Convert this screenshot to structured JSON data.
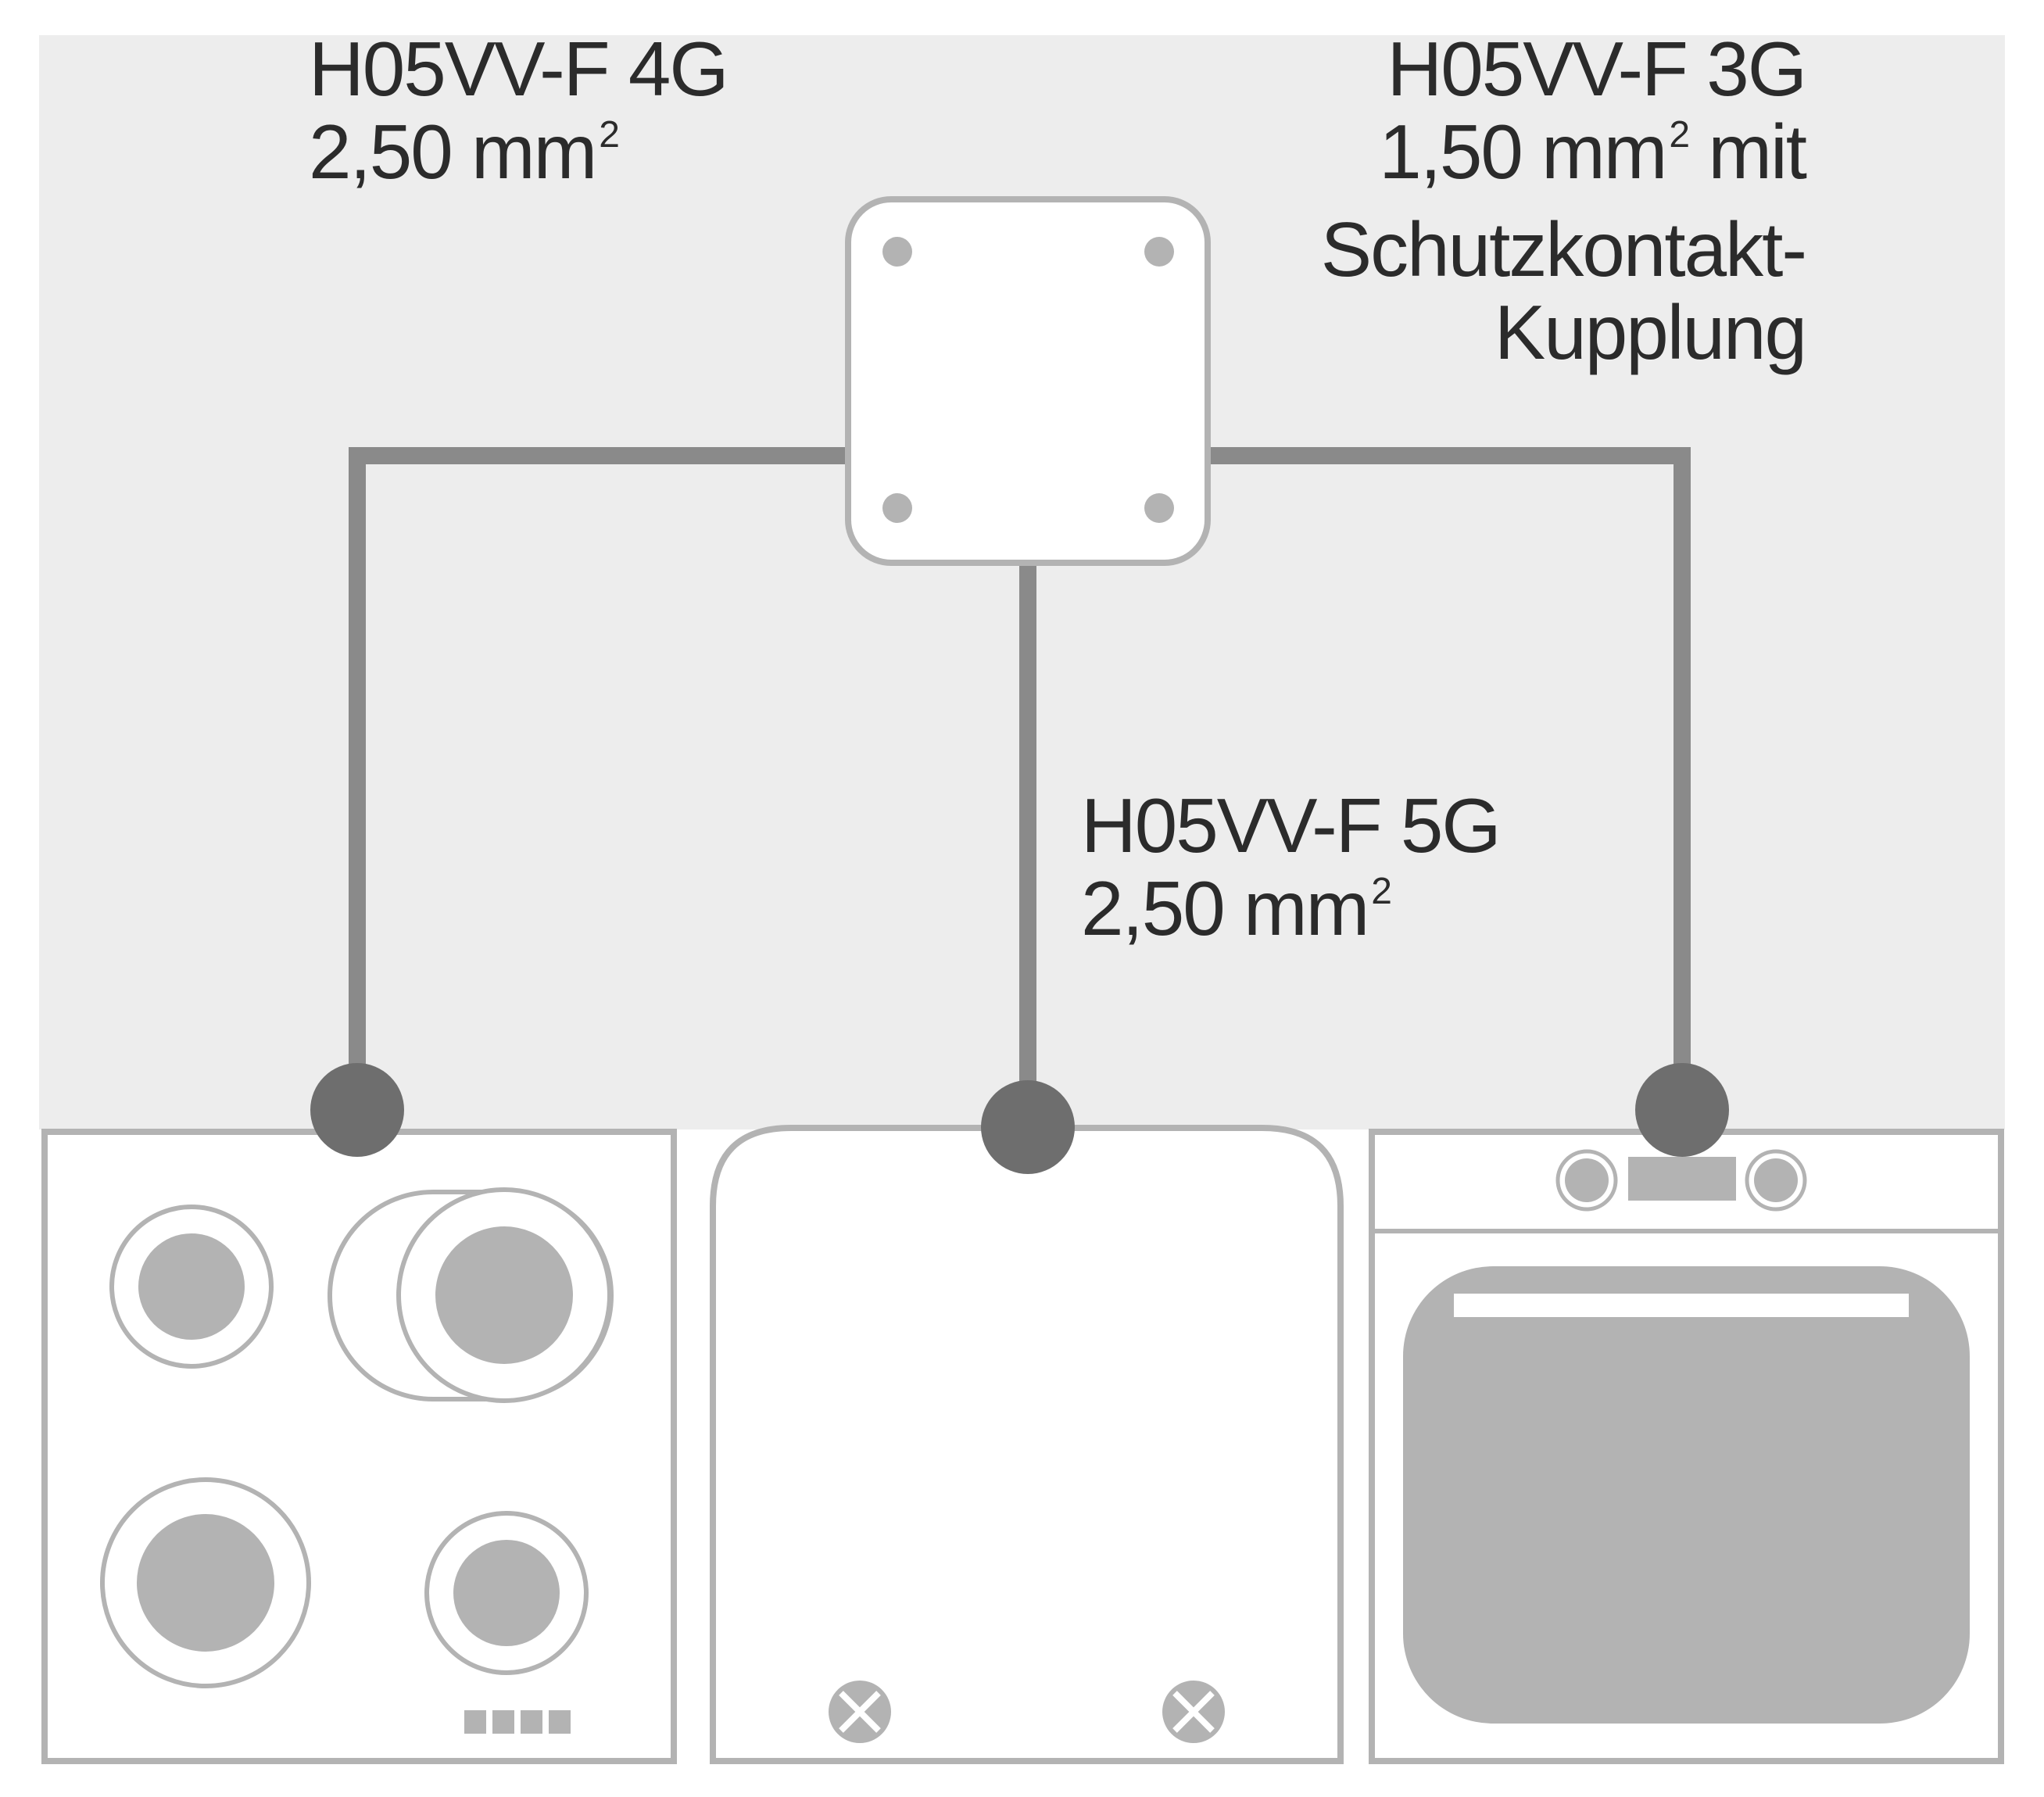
{
  "labels": {
    "left": {
      "line1": "H05VV-F 4G",
      "line2_prefix": "2,50 mm",
      "line2_sup": "2"
    },
    "center": {
      "line1": "H05VV-F 5G",
      "line2_prefix": "2,50 mm",
      "line2_sup": "2"
    },
    "right": {
      "line1": "H05VV-F 3G",
      "line2_prefix": "1,50 mm",
      "line2_sup": "2",
      "line2_suffix": " mit",
      "line3": "Schutzkontakt-",
      "line4": "Kupplung"
    }
  },
  "colors": {
    "wall": "#ededed",
    "cable": "#8a8a8a",
    "connector": "#6e6e6e",
    "outline": "#b3b3b3",
    "fill_gray": "#b3b3b3",
    "white": "#ffffff",
    "text": "#2b2b2b"
  },
  "icons": [
    "junction-box-icon",
    "cooktop-icon",
    "dishwasher-icon",
    "oven-icon"
  ]
}
